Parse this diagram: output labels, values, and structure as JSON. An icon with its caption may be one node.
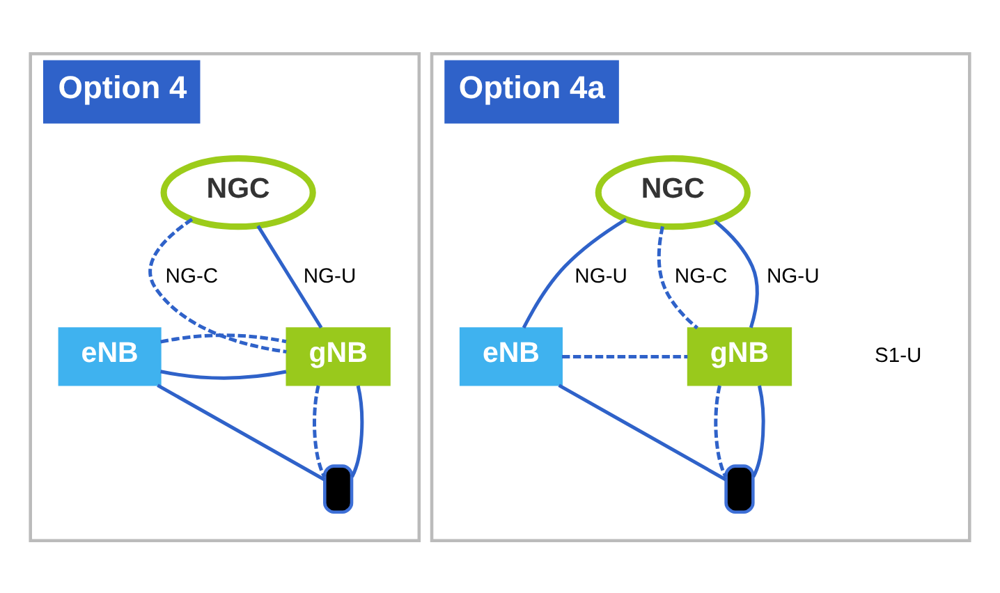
{
  "diagram": {
    "nodes": [
      {
        "text": [
          "Option 4"
        ]
      },
      {
        "text": [
          "NGC"
        ],
        "in": 0
      },
      {
        "text": [
          "eNB"
        ],
        "in": 0
      },
      {
        "text": [
          "gNB"
        ],
        "in": 0
      },
      {
        "text": [],
        "shape": "phone",
        "in": 0
      },
      {
        "text": [
          "Option 4a"
        ]
      },
      {
        "text": [
          "NGC"
        ],
        "in": 5
      },
      {
        "text": [
          "eNB"
        ],
        "in": 5
      },
      {
        "text": [
          "gNB"
        ],
        "in": 5
      },
      {
        "text": [],
        "shape": "phone",
        "in": 5
      }
    ],
    "edges": [
      {
        "from": 1,
        "to": 3,
        "arrow": "none",
        "style": "dashed",
        "label": "NG-C"
      },
      {
        "from": 1,
        "to": 3,
        "arrow": "none",
        "label": "NG-U"
      },
      {
        "from": 2,
        "to": 3,
        "arrow": "none"
      },
      {
        "from": 2,
        "to": 3,
        "arrow": "none",
        "style": "dashed"
      },
      {
        "from": 2,
        "to": 4,
        "arrow": "none"
      },
      {
        "from": 3,
        "to": 4,
        "arrow": "none",
        "style": "dashed"
      },
      {
        "from": 3,
        "to": 4,
        "arrow": "none"
      },
      {
        "from": 6,
        "to": 7,
        "arrow": "none",
        "label": "NG-U"
      },
      {
        "from": 6,
        "to": 8,
        "arrow": "none",
        "style": "dashed",
        "label": "NG-C"
      },
      {
        "from": 6,
        "to": 8,
        "arrow": "none",
        "label": "NG-U"
      },
      {
        "from": 7,
        "to": 8,
        "arrow": "none",
        "style": "dashed"
      },
      {
        "from": 7,
        "to": 9,
        "arrow": "none"
      },
      {
        "from": 8,
        "to": 9,
        "arrow": "none",
        "style": "dashed"
      },
      {
        "from": 8,
        "to": 9,
        "arrow": "none"
      }
    ],
    "labels": [
      "S1-U"
    ]
  }
}
